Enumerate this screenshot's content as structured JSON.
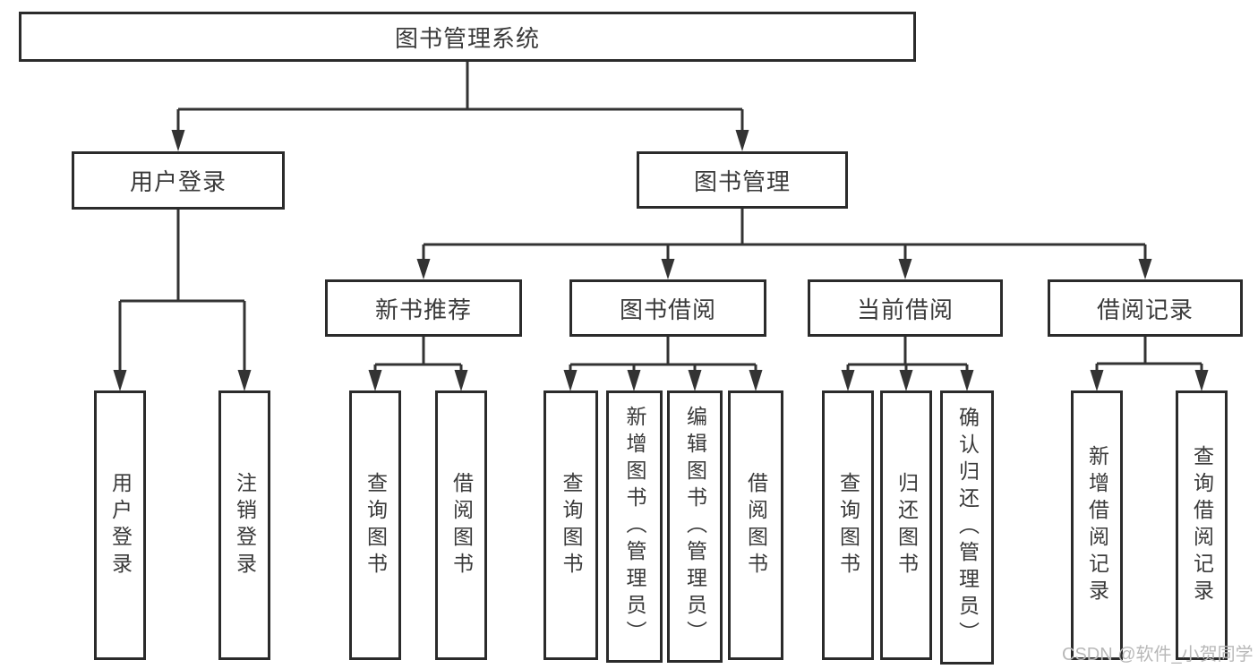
{
  "tree": {
    "root": {
      "label": "图书管理系统"
    },
    "branches": [
      {
        "label": "用户登录",
        "children": [
          {
            "label": "用户登录"
          },
          {
            "label": "注销登录"
          }
        ]
      },
      {
        "label": "图书管理",
        "children": [
          {
            "label": "新书推荐",
            "children": [
              {
                "label": "查询图书"
              },
              {
                "label": "借阅图书"
              }
            ]
          },
          {
            "label": "图书借阅",
            "children": [
              {
                "label": "查询图书"
              },
              {
                "label": "新增图书（管理员）"
              },
              {
                "label": "编辑图书（管理员）"
              },
              {
                "label": "借阅图书"
              }
            ]
          },
          {
            "label": "当前借阅",
            "children": [
              {
                "label": "查询图书"
              },
              {
                "label": "归还图书"
              },
              {
                "label": "确认归还（管理员）"
              }
            ]
          },
          {
            "label": "借阅记录",
            "children": [
              {
                "label": "新增借阅记录"
              },
              {
                "label": "查询借阅记录"
              }
            ]
          }
        ]
      }
    ]
  },
  "watermark": {
    "text": "CSDN @软件_小贺同学"
  },
  "colors": {
    "box_border": "#2b2b2b",
    "connector_line": "#333333",
    "text": "#3a3a3a",
    "watermark": "#b8b8b8",
    "background": "#ffffff"
  }
}
